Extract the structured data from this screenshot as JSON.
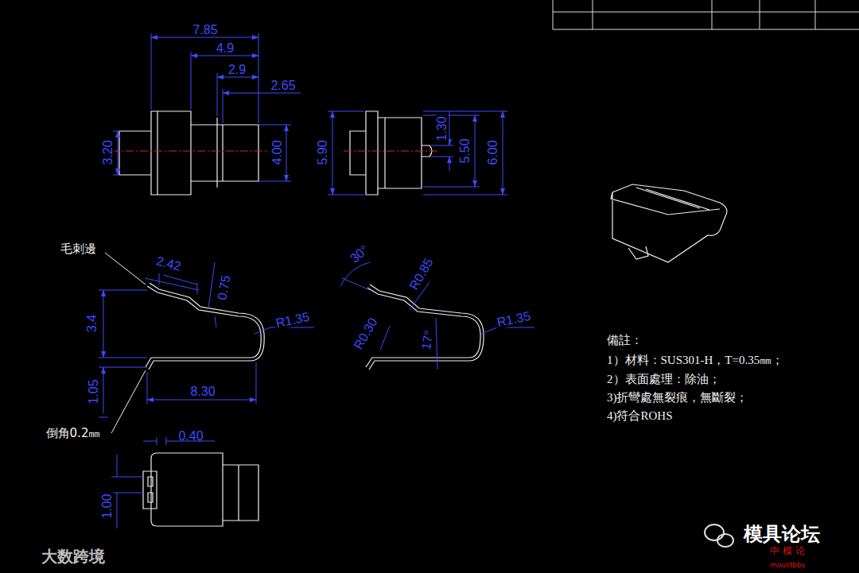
{
  "diagram": {
    "labels": [
      "7.85",
      "4.9",
      "2.9",
      "2.65",
      "3.20",
      "4.00",
      "5.90",
      "1.30",
      "5.50",
      "6.00",
      "毛刺邊",
      "2.42",
      "0.75",
      "3.4",
      "R1.35",
      "1.05",
      "8.30",
      "倒角0.2㎜",
      "30°",
      "R0.85",
      "R0.30",
      "17°",
      "R1.35",
      "0.40",
      "1.00",
      "備註：",
      "1）材料：SUS301-H，T=0.35㎜；",
      "2）表面處理：除油；",
      "3)折彎處無裂痕，無斷裂；",
      "4)符合ROHS",
      "模具论坛",
      "中 模 论",
      "mouldbbs",
      "大数跨境"
    ]
  }
}
